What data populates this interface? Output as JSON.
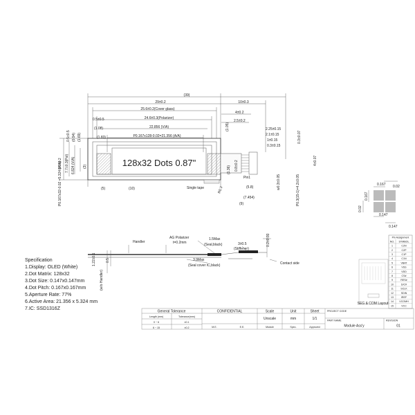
{
  "screen_text": "128x32 Dots 0.87\"",
  "top_dims": {
    "overall": "(39)",
    "body": "29±0.2",
    "fpc_pos": "10±0.3",
    "cover_glass": "25.6±0.2(Cover glass)",
    "polarizer": "24.6±0.3(Polarizer)",
    "via": "22.856 (V/A)",
    "aa": "P0.167x128-0.02=21.356 (A/A)",
    "pol_off": "0.5±0.5",
    "via_off": "(1.08)",
    "aa_off": "(1.83)",
    "fpc_4": "4±0.2",
    "fpc_2_5": "2.5±0.2",
    "pin_225": "2.25±0.15",
    "pin_21": "2.1±0.15",
    "pin_1": "1±0.15",
    "pin_03": "0.3±0.15",
    "fpc_thk": "0.3±0.07",
    "fpc_w": "4±0.07",
    "pitch": "P0.3(15-1)=4.2±0.05",
    "w03": "w0.3±0.05",
    "r_dim": "R0.3",
    "d105": "(1.05)",
    "d136": "(1.36)",
    "d08": "0.8±0.2",
    "d58": "(5.8)",
    "d7454": "(7.454)",
    "d9": "(9)",
    "d5": "(5)",
    "d10": "(10)",
    "pin1": "Pin1",
    "single_tape": "Single tape"
  },
  "left_dims": {
    "h87": "8.7±0.2",
    "h77": "7.7±0.3(Pol)",
    "h6824": "6.824 (V/A)",
    "h5324": "P0.167x32-0.02\n=5.324 (A/A)",
    "h05": "0.5±0.5",
    "h094": "(0.94)",
    "h169": "(1.69)",
    "h3": "(3)"
  },
  "side_view": {
    "handler": "Handler",
    "ag_pol": "AG Polarizer",
    "t02": "t=0.2mm",
    "max15": "1.5Max",
    "seal_black": "(Seal,black)",
    "stiff_dim": "3±0.5",
    "stiffener": "(Stiffener)",
    "t025": "0.2±0.03",
    "max39": "3.9Max",
    "seal_ic": "(Seal cover IC,black)",
    "contact": "Contact side",
    "h122": "1.22±0.1",
    "h05h": "0.5",
    "wo": "(w/o Handler)"
  },
  "spec": {
    "title": "Specification",
    "lines": [
      "1.Display: OLED (White)",
      "2.Dot Matrix: 128x32",
      "3.Dot Size: 0.147x0.147mm",
      "4.Dot Pitch: 0.167x0.167mm",
      "5.Aperture Rate: 77%",
      "6.Active Area: 21.356 x 5.324 mm",
      "7.IC: SSD1316Z"
    ]
  },
  "pixel_detail": {
    "d0167": "0.167",
    "d002a": "0.02",
    "d0167v": "0.167",
    "d002v": "0.02",
    "d0147": "0.147",
    "d0147h": "0.147"
  },
  "pin_table": {
    "title": "Pin Assignment",
    "headers": [
      "NO.",
      "SYMBOL"
    ],
    "rows": [
      [
        "1",
        "C2N"
      ],
      [
        "2",
        "C2P"
      ],
      [
        "3",
        "C1P"
      ],
      [
        "4",
        "C1N"
      ],
      [
        "5",
        "VBAT"
      ],
      [
        "6",
        "VSS"
      ],
      [
        "7",
        "VDD"
      ],
      [
        "8",
        "CS#"
      ],
      [
        "9",
        "RES#"
      ],
      [
        "10",
        "D/C#"
      ],
      [
        "11",
        "SCLK"
      ],
      [
        "12",
        "SDIN"
      ],
      [
        "13",
        "IREF"
      ],
      [
        "14",
        "VCOMH"
      ],
      [
        "15",
        "VCC"
      ]
    ]
  },
  "seg_layout": "SEG & COM Layout",
  "title_block": {
    "tol_title": "General Tolerance",
    "tol_len": "Length (mm)",
    "tol_tol": "Tolerance(mm)",
    "tol_r1": [
      "0 ~ 6",
      "±0.1"
    ],
    "tol_r2": [
      "6 ~ 15",
      "±0.2"
    ],
    "confidential": "CONFIDENTIAL",
    "scale": "Scale",
    "scale_val": "Unscale",
    "unit": "Unit",
    "unit_val": "mm",
    "sheet": "Sheet",
    "sheet_val": "1/1",
    "me": "M.E.",
    "ee": "E.E.",
    "module": "Module",
    "spec": "Spec.",
    "approved": "Approved",
    "project_code": "PROJECT CODE",
    "part_name": "PART NAME",
    "part_val": "Module Ass'y",
    "revision": "REVISION",
    "rev_val": "01"
  }
}
